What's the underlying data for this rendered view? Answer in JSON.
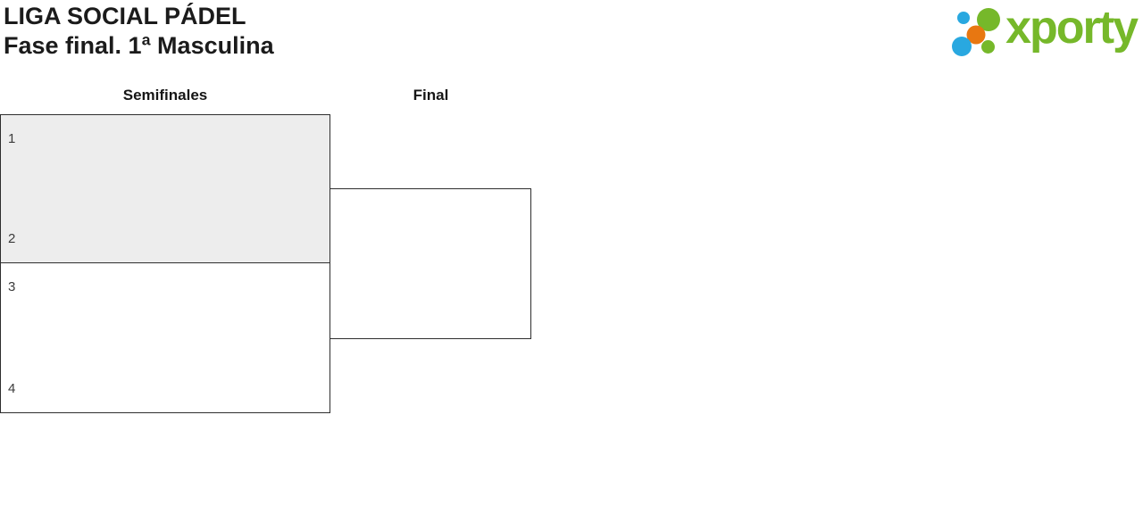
{
  "header": {
    "title": "LIGA SOCIAL PÁDEL",
    "subtitle": "Fase final. 1ª Masculina"
  },
  "logo": {
    "text": "xporty",
    "colors": {
      "green": "#76B82A",
      "blue": "#29A8E0",
      "orange": "#E87711"
    }
  },
  "bracket": {
    "rounds": [
      {
        "label": "Semifinales"
      },
      {
        "label": "Final"
      }
    ],
    "semifinal1": {
      "slots": [
        "1",
        "2"
      ],
      "highlighted": true
    },
    "semifinal2": {
      "slots": [
        "3",
        "4"
      ],
      "highlighted": false
    },
    "final": {
      "slots": [
        "",
        ""
      ],
      "highlighted": false
    }
  },
  "colors": {
    "match_border": "#2E2E2E",
    "highlight_fill": "#EDEDED"
  }
}
